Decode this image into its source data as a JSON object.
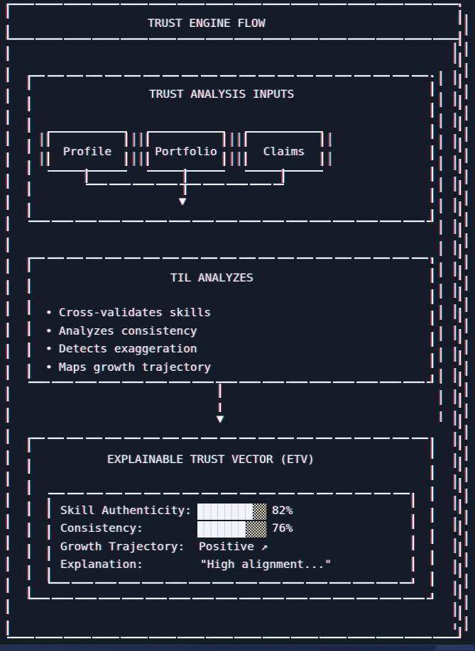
{
  "app": {
    "title": "TRUST ENGINE FLOW"
  },
  "colors": {
    "background": "#151b27",
    "foreground": "#f0f3f8",
    "glitch_red": "#ff465a",
    "glitch_cyan": "#46d7ff",
    "taskbar_blue": "#232e55"
  },
  "sections": {
    "inputs": {
      "title": "TRUST ANALYSIS INPUTS",
      "nodes": [
        {
          "label": "Profile"
        },
        {
          "label": "Portfolio"
        },
        {
          "label": "Claims"
        }
      ],
      "arrow_icon": "▼"
    },
    "analyzes": {
      "title": "TIL ANALYZES",
      "bullet_char": "•",
      "bullets": [
        "Cross-validates skills",
        "Analyzes consistency",
        "Detects exaggeration",
        "Maps growth trajectory"
      ]
    },
    "etv": {
      "title": "EXPLAINABLE TRUST VECTOR (ETV)",
      "rows": [
        {
          "label": "Skill Authenticity:",
          "type": "bar",
          "value": 82,
          "display": "82%"
        },
        {
          "label": "Consistency:",
          "type": "bar",
          "value": 76,
          "display": "76%"
        },
        {
          "label": "Growth Trajectory:",
          "type": "text",
          "display": "Positive ↗"
        },
        {
          "label": "Explanation:",
          "type": "text",
          "display": "\"High alignment...\""
        }
      ]
    }
  },
  "flow": {
    "arrow_icon": "▼"
  }
}
